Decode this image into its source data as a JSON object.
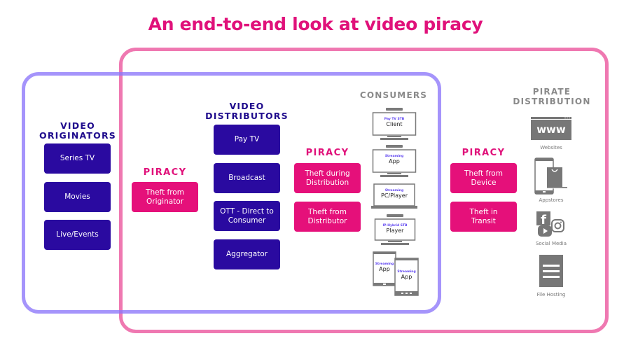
{
  "title": "An end-to-end look at video piracy",
  "colors": {
    "title": "#E0117A",
    "navy_box": "#2A0AA0",
    "piracy_box": "#E5107A",
    "purple_frame": "#8C76FA",
    "pink_frame": "#EC5AA0",
    "gray_icon": "#777777"
  },
  "originators": {
    "heading_line1": "VIDEO",
    "heading_line2": "ORIGINATORS",
    "items": [
      "Series TV",
      "Movies",
      "Live/Events"
    ]
  },
  "piracy_originator": {
    "heading": "PIRACY",
    "items": [
      {
        "line1": "Theft from",
        "line2": "Originator"
      }
    ]
  },
  "distributors": {
    "heading_line1": "VIDEO",
    "heading_line2": "DISTRIBUTORS",
    "items": [
      {
        "line1": "Pay TV",
        "line2": ""
      },
      {
        "line1": "Broadcast",
        "line2": ""
      },
      {
        "line1": "OTT - Direct to",
        "line2": "Consumer"
      },
      {
        "line1": "Aggregator",
        "line2": ""
      }
    ]
  },
  "piracy_distribution": {
    "heading": "PIRACY",
    "items": [
      {
        "line1": "Theft during",
        "line2": "Distribution"
      },
      {
        "line1": "Theft from",
        "line2": "Distributor"
      }
    ]
  },
  "consumers": {
    "heading": "CONSUMERS",
    "devices": [
      {
        "icon": "tv-stb-icon",
        "small": "Pay TV STB",
        "big": "Client"
      },
      {
        "icon": "tv-icon",
        "small": "Streaming",
        "big": "App"
      },
      {
        "icon": "laptop-icon",
        "small": "Streaming",
        "big": "PC/Player"
      },
      {
        "icon": "tv-stb-icon",
        "small": "IP-Hybrid STB",
        "big": "Player"
      },
      {
        "icon": "tablet-icon",
        "small": "Streaming",
        "big": "App"
      },
      {
        "icon": "phone-icon",
        "small": "Streaming",
        "big": "App"
      }
    ]
  },
  "piracy_device": {
    "heading": "PIRACY",
    "items": [
      {
        "line1": "Theft from",
        "line2": "Device"
      },
      {
        "line1": "Theft in",
        "line2": "Transit"
      }
    ]
  },
  "pirate_distribution": {
    "heading_line1": "PIRATE",
    "heading_line2": "DISTRIBUTION",
    "channels": [
      {
        "icon": "www-icon",
        "icon_text": "www",
        "caption": "Websites"
      },
      {
        "icon": "appstore-icon",
        "caption": "Appstores"
      },
      {
        "icon": "social-media-icon",
        "caption": "Social Media"
      },
      {
        "icon": "file-hosting-icon",
        "caption": "File Hosting"
      }
    ]
  }
}
